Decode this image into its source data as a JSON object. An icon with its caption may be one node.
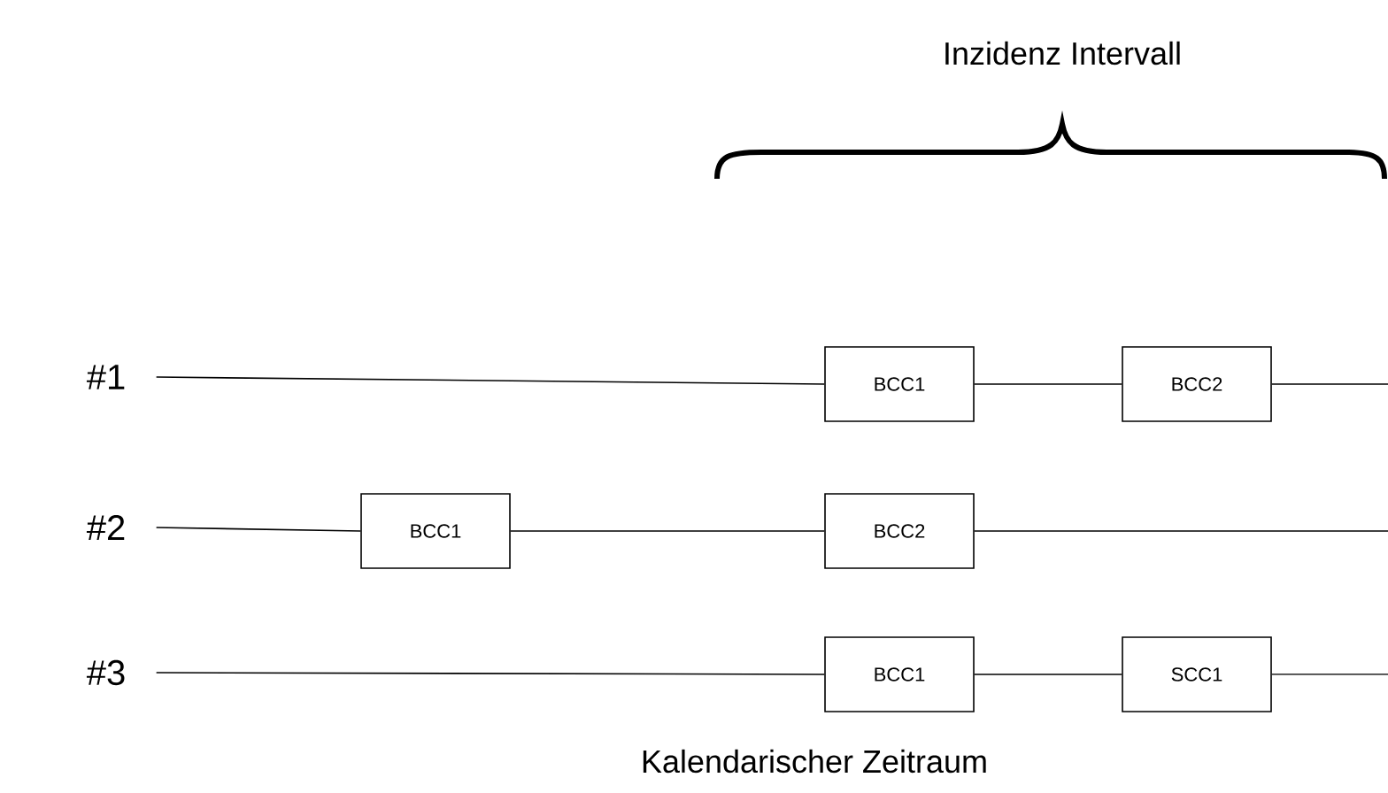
{
  "diagram": {
    "nodes": [
      {
        "text": [
          "#1"
        ]
      },
      {
        "text": [
          "BCC1"
        ]
      },
      {
        "text": [
          "BCC2"
        ]
      },
      {
        "text": [
          "#2"
        ]
      },
      {
        "text": [
          "BCC1"
        ]
      },
      {
        "text": [
          "BCC2"
        ]
      },
      {
        "text": [
          "#3"
        ]
      },
      {
        "text": [
          "BCC1"
        ]
      },
      {
        "text": [
          "SCC1"
        ]
      }
    ],
    "edges": [
      {
        "from": 0,
        "to": 1,
        "arrow": "none"
      },
      {
        "from": 1,
        "to": 2,
        "arrow": "none"
      },
      {
        "from": 2,
        "to": null,
        "arrow": "none"
      },
      {
        "from": 3,
        "to": 4,
        "arrow": "none"
      },
      {
        "from": 4,
        "to": 5,
        "arrow": "none"
      },
      {
        "from": 5,
        "to": null,
        "arrow": "none"
      },
      {
        "from": 6,
        "to": 7,
        "arrow": "none"
      },
      {
        "from": 7,
        "to": 8,
        "arrow": "none"
      },
      {
        "from": 8,
        "to": null,
        "arrow": "none"
      }
    ],
    "labels": [
      "Inzidenz Intervall",
      "Kalendarischer Zeitraum"
    ]
  }
}
